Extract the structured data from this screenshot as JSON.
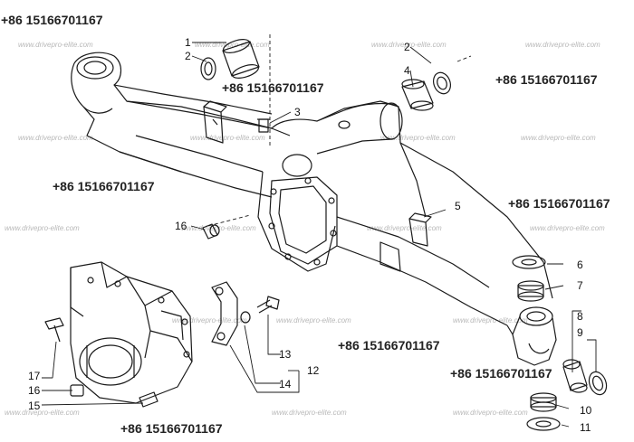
{
  "phones": [
    "+86 15166701167",
    "+86 15166701167",
    "+86 15166701167",
    "+86 15166701167",
    "+86 15166701167",
    "+86 15166701167",
    "+86 15166701167",
    "+86 15166701167"
  ],
  "watermark": "www.drivepro-elite.com",
  "callouts": [
    "1",
    "2",
    "3",
    "2",
    "4",
    "5",
    "16",
    "6",
    "7",
    "8",
    "9",
    "10",
    "11",
    "12",
    "13",
    "14",
    "15",
    "16",
    "17"
  ],
  "colors": {
    "line": "#1a1a1a",
    "text": "#111111",
    "watermark": "#b8b8b8"
  }
}
